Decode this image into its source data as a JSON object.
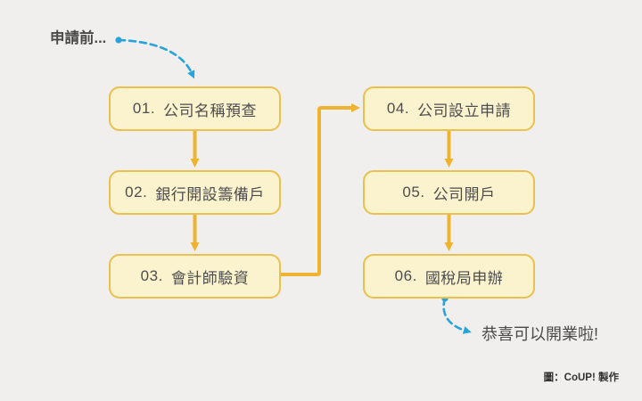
{
  "annotations": {
    "start": "申請前...",
    "end": "恭喜可以開業啦!"
  },
  "credit": "圖：CoUP! 製作",
  "steps": [
    {
      "number": "01.",
      "title": "公司名稱預查"
    },
    {
      "number": "02.",
      "title": "銀行開設籌備戶"
    },
    {
      "number": "03.",
      "title": "會計師驗資"
    },
    {
      "number": "04.",
      "title": "公司設立申請"
    },
    {
      "number": "05.",
      "title": "公司開戶"
    },
    {
      "number": "06.",
      "title": "國稅局申辦"
    }
  ],
  "colors": {
    "background": "#F0EFED",
    "box_fill": "#FBF2CE",
    "box_border": "#EAC04E",
    "arrow": "#EFB42F",
    "dashed_arrow": "#2AA3DC",
    "text": "#4D4D4D"
  }
}
